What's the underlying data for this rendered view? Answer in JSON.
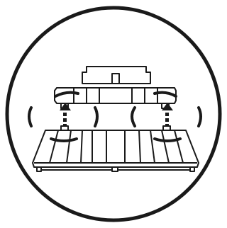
{
  "figure": {
    "kind": "instruction-illustration",
    "subject": "brush-head",
    "steps_depicted": [
      "rotate",
      "lift-off-upward"
    ],
    "arrow_count": 2,
    "rotation_mark_count": 6
  },
  "colors": {
    "background": "#ffffff",
    "line": "#1a1a1a",
    "fill": "#ffffff"
  }
}
